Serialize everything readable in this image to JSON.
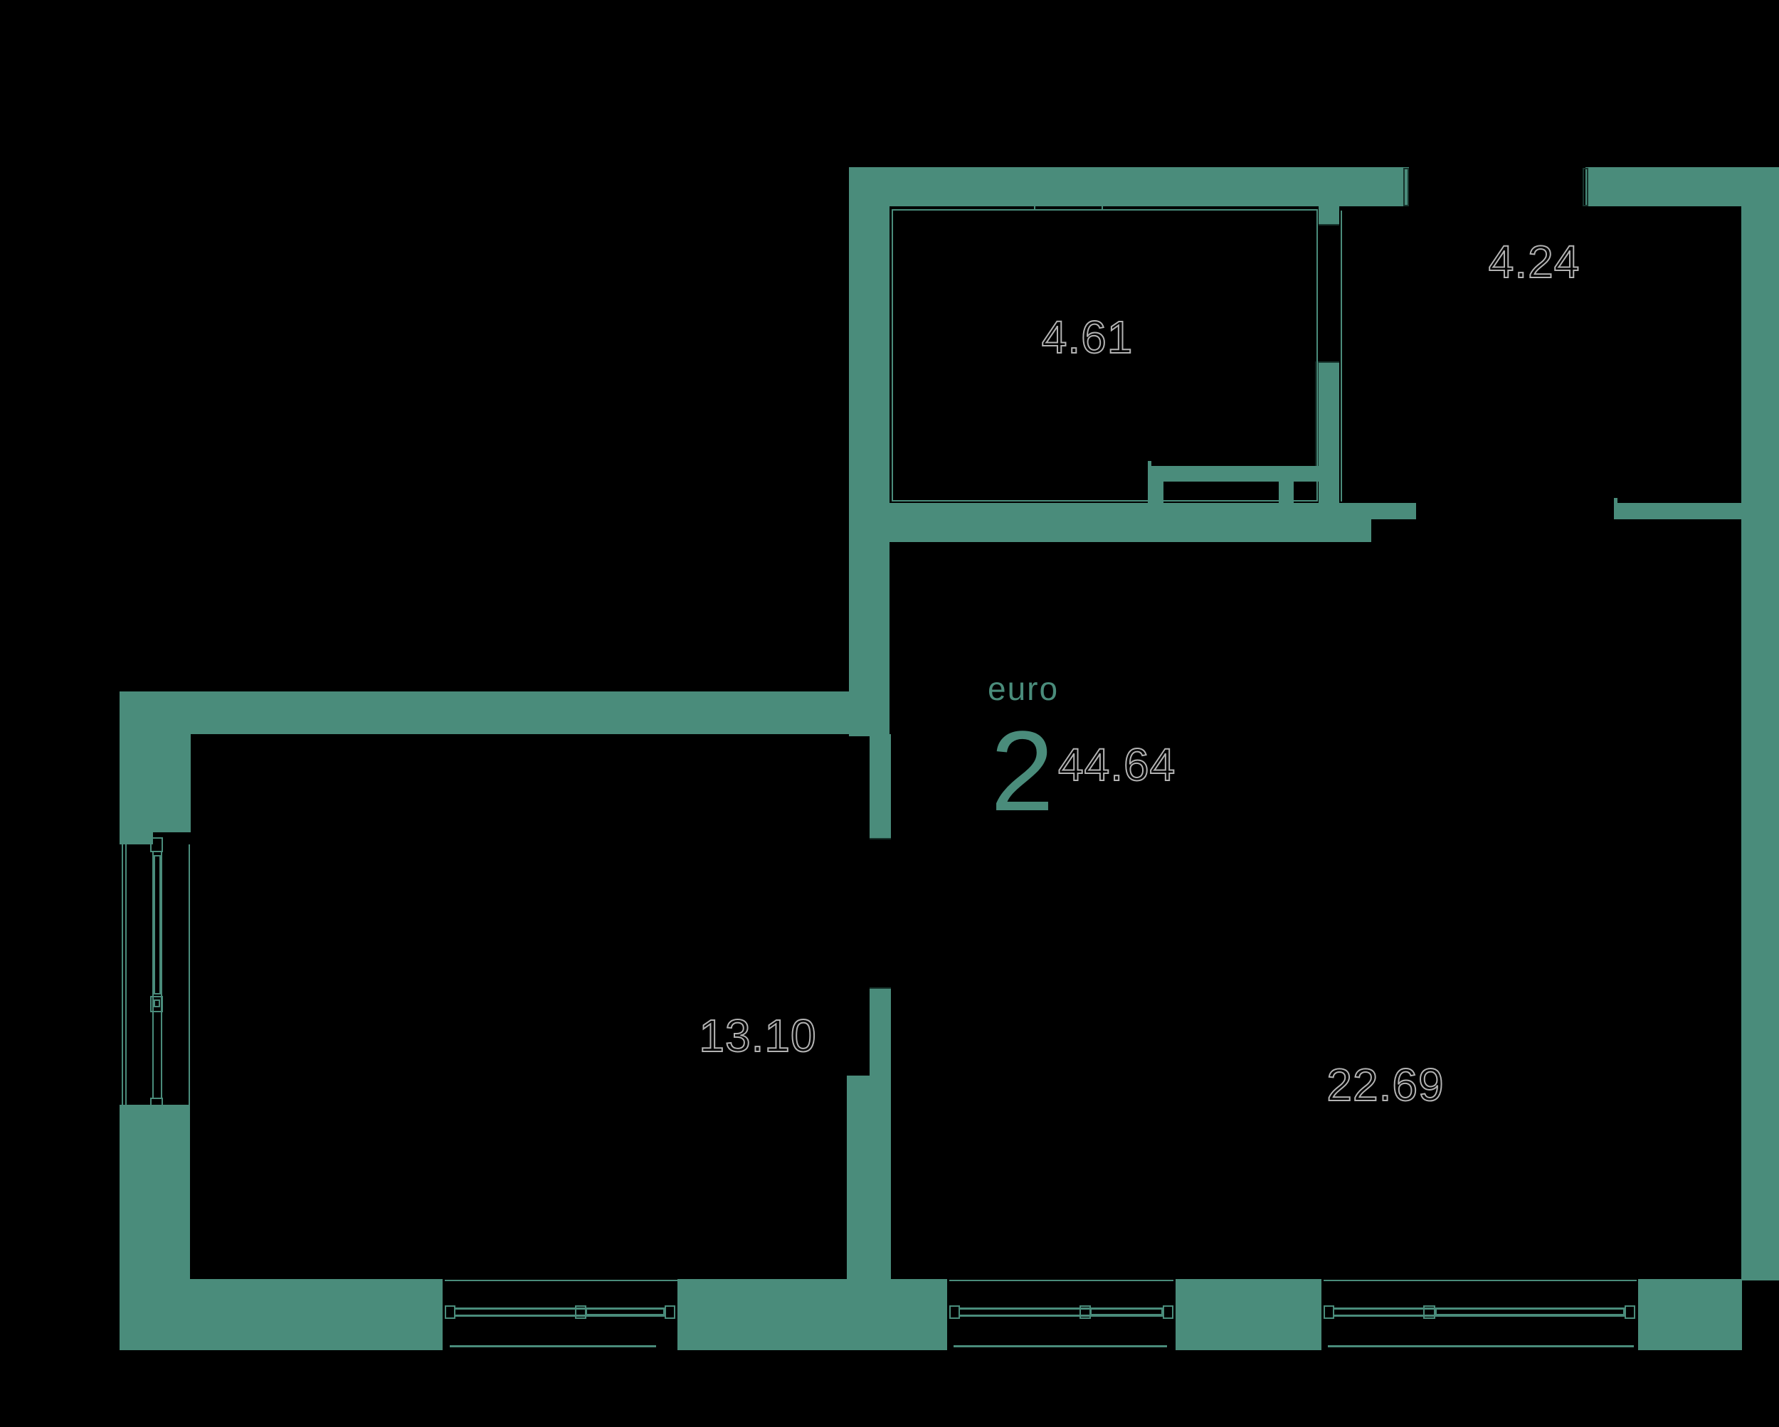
{
  "unit": {
    "layout_type": "euro",
    "rooms_count": "2",
    "total_area": "44.64"
  },
  "room_areas": {
    "bathroom": "4.61",
    "hallway": "4.24",
    "bedroom": "13.10",
    "living_kitchen": "22.69"
  },
  "colors": {
    "background": "#000000",
    "wall": "#4a8c7b",
    "area_label_outline": "#b3b3b3",
    "dark_detail": "#17332c"
  }
}
